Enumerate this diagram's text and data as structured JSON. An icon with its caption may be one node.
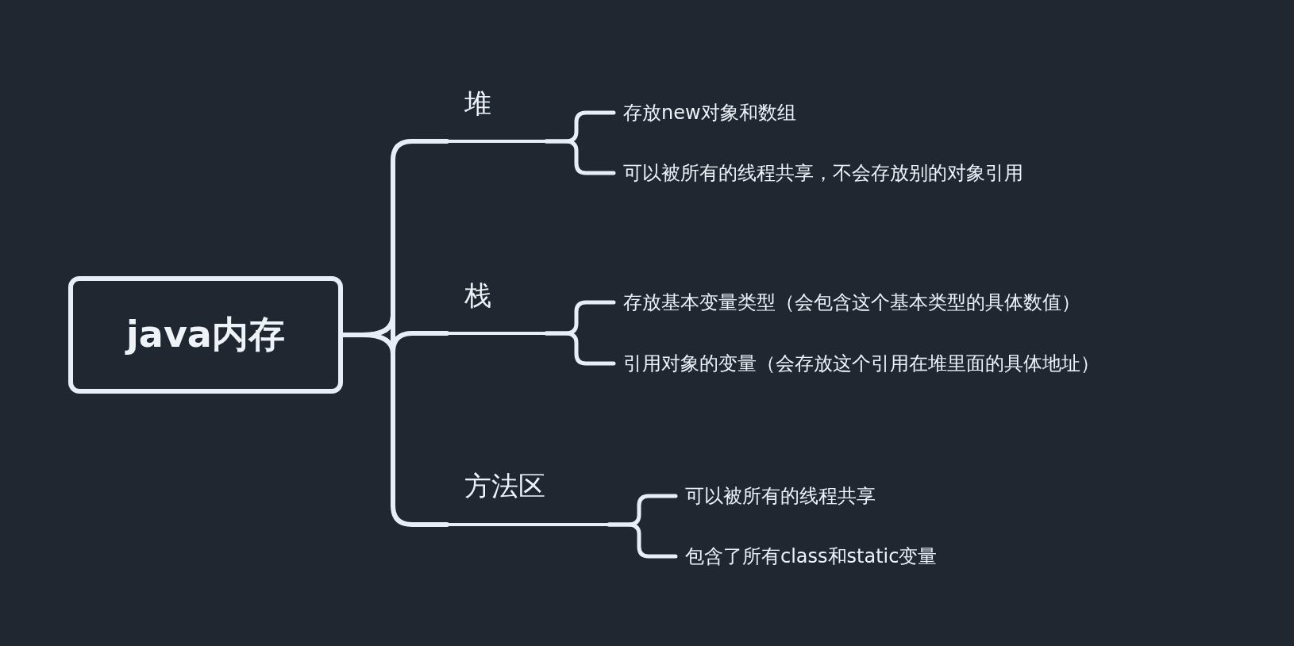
{
  "diagram": {
    "nodes": [
      {
        "text": [
          "java内存"
        ]
      },
      {
        "text": [
          "堆"
        ]
      },
      {
        "text": [
          "存放new对象和数组"
        ]
      },
      {
        "text": [
          "可以被所有的线程共享，不会存放别的对象引用"
        ]
      },
      {
        "text": [
          "栈"
        ]
      },
      {
        "text": [
          "存放基本变量类型（会包含这个基本类型的具体数值）"
        ]
      },
      {
        "text": [
          "引用对象的变量（会存放这个引用在堆里面的具体地址）"
        ]
      },
      {
        "text": [
          "方法区"
        ]
      },
      {
        "text": [
          "可以被所有的线程共享"
        ]
      },
      {
        "text": [
          "包含了所有class和static变量"
        ]
      }
    ],
    "edges": [
      {
        "from": 0,
        "to": 1,
        "arrow": "none"
      },
      {
        "from": 0,
        "to": 4,
        "arrow": "none"
      },
      {
        "from": 0,
        "to": 7,
        "arrow": "none"
      },
      {
        "from": 1,
        "to": 2,
        "arrow": "none"
      },
      {
        "from": 1,
        "to": 3,
        "arrow": "none"
      },
      {
        "from": 4,
        "to": 5,
        "arrow": "none"
      },
      {
        "from": 4,
        "to": 6,
        "arrow": "none"
      },
      {
        "from": 7,
        "to": 8,
        "arrow": "none"
      },
      {
        "from": 7,
        "to": 9,
        "arrow": "none"
      }
    ]
  }
}
